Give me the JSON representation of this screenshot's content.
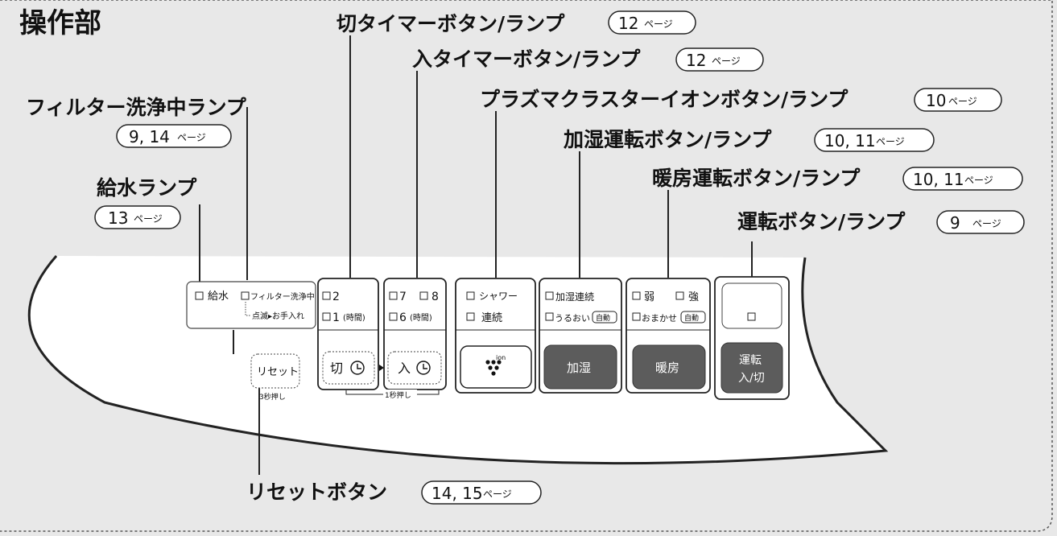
{
  "title": "操作部",
  "page_suffix": "ページ",
  "callouts": {
    "off_timer": {
      "label": "切タイマーボタン/ランプ",
      "ref": "12"
    },
    "on_timer": {
      "label": "入タイマーボタン/ランプ",
      "ref": "12"
    },
    "plasmacluster": {
      "label": "プラズマクラスターイオンボタン/ランプ",
      "ref": "10"
    },
    "filter_clean": {
      "label": "フィルター洗浄中ランプ",
      "ref": "9, 14"
    },
    "humidify": {
      "label": "加湿運転ボタン/ランプ",
      "ref": "10, 11"
    },
    "water": {
      "label": "給水ランプ",
      "ref": "13"
    },
    "heating": {
      "label": "暖房運転ボタン/ランプ",
      "ref": "10, 11"
    },
    "run": {
      "label": "運転ボタン/ランプ",
      "ref": "9"
    },
    "reset": {
      "label": "リセットボタン",
      "ref": "14, 15"
    }
  },
  "panel": {
    "status": {
      "water_lamp": "給水",
      "filter_lamp": "フィルター洗浄中",
      "blink_note": "点滅▸お手入れ",
      "reset_button": "リセット",
      "reset_note": "3秒押し"
    },
    "off_timer": {
      "lamp_top": "2",
      "lamp_bottom": "1",
      "unit": "(時間)",
      "button": "切"
    },
    "on_timer": {
      "lamp_a": "7",
      "lamp_b": "8",
      "lamp_bottom": "6",
      "unit": "(時間)",
      "button": "入"
    },
    "timer_note": "1秒押し",
    "ion": {
      "lamp_top": "シャワー",
      "lamp_bottom": "連続",
      "button_small": "ion"
    },
    "humidify": {
      "lamp_top": "加湿連続",
      "lamp_bottom": "うるおい",
      "auto_badge": "自動",
      "button": "加湿"
    },
    "heating": {
      "lamp_weak": "弱",
      "lamp_strong": "強",
      "lamp_bottom": "おまかせ",
      "auto_badge": "自動",
      "button": "暖房"
    },
    "run": {
      "button_line1": "運転",
      "button_line2": "入/切"
    }
  }
}
